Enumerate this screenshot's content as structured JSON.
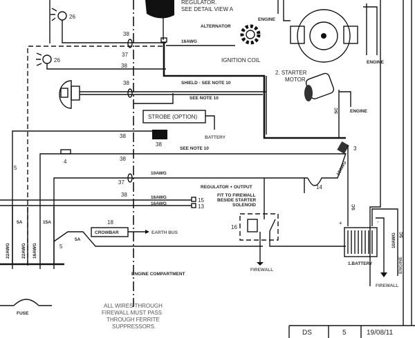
{
  "title_block": {
    "drawn_by": "DS",
    "sheet": "5",
    "date": "19/08/11"
  },
  "components": {
    "regulator": "REGULATOR.",
    "regulator_ref": "SEE DETAIL VIEW A",
    "alternator": "ALTERNATOR",
    "ignition_coil": "IGNITION COIL",
    "starter_motor_1": "2. STARTER",
    "starter_motor_2": "MOTOR",
    "strobe": "STROBE (OPTION)",
    "crowbar": "CROWBAR",
    "battery": "1.BATTERY",
    "fuse": "FUSE",
    "battery_plus": "+",
    "battery_minus": "-"
  },
  "notes": {
    "shield": "SHIELD - SEE NOTE 10",
    "see_note_a": "SEE NOTE 10",
    "see_note_b": "SEE NOTE 10",
    "regulator_output": "REGULATOR + OUTPUT",
    "fit_1": "FIT TO FIREWALL",
    "fit_2": "BESIDE STARTER",
    "fit_3": "SOLENOID",
    "engine_compartment": "ENGINE COMPARTMENT",
    "firewall_note_1": "ALL WIRES THROUGH",
    "firewall_note_2": "FIREWALL MUST PASS",
    "firewall_note_3": "THROUGH FERRITE",
    "firewall_note_4": "SUPPRESSORS."
  },
  "grounds": {
    "engine1": "ENGINE",
    "engine2": "ENGINE",
    "engine3": "ENGINE",
    "engine4": "ENGINE",
    "battery": "BATTERY",
    "firewall1": "FIREWALL",
    "firewall2": "FIREWALL",
    "earth_bus": "EARTH BUS"
  },
  "wire_labels": {
    "awg16_alt": "16AWG",
    "awg10_main": "10AWG",
    "awg16_a": "16AWG",
    "awg16_b": "16AWG",
    "awg10_diag": "10AWG",
    "awg10_bat": "10AWG",
    "sc1": "SC",
    "sc2": "SC",
    "sc3": "SC",
    "awg22_a": "22AWG",
    "awg22_b": "22AWG",
    "awg16_c": "16AWG",
    "amp5a_1": "5A",
    "amp15a": "15A",
    "amp5a_2": "5A"
  },
  "refs": {
    "lamp1": "26",
    "lamp2": "26",
    "c38_1": "38",
    "c37_1": "37",
    "c38_2": "38",
    "c38_3": "38",
    "c38_4": "38",
    "c38_5": "38",
    "c38_strobe": "38",
    "c37_2": "37",
    "c38_6": "38",
    "sw4": "4",
    "sw5a": "5",
    "sw5b": "5",
    "r15": "15",
    "r13": "13",
    "r18": "18",
    "r16": "16",
    "r14": "14",
    "r3": "3"
  }
}
